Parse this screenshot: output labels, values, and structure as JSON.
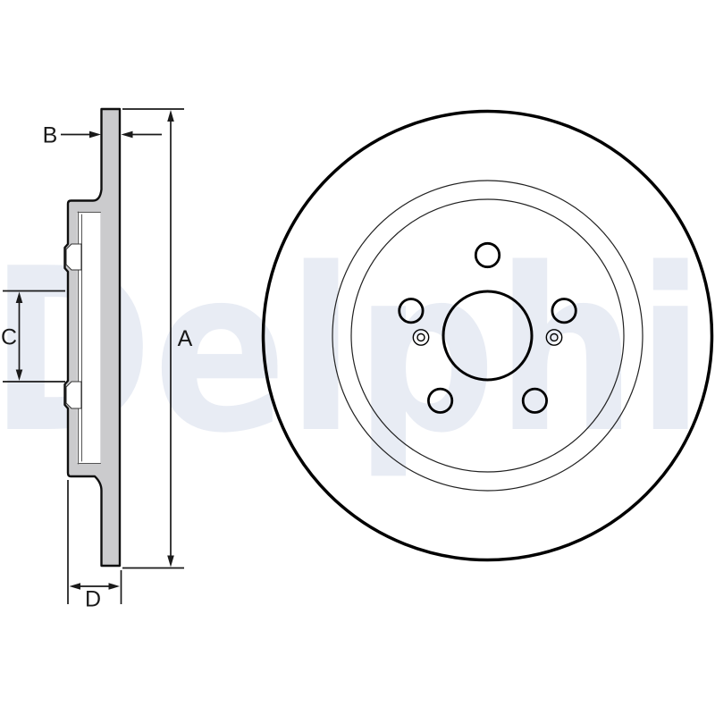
{
  "diagram": {
    "watermark": "Delphi",
    "dimension_labels": {
      "a": "A",
      "b": "B",
      "c": "C",
      "d": "D"
    },
    "colors": {
      "background": "#ffffff",
      "line": "#000000",
      "dimension_line": "#1a1a1a",
      "section_fill": "#cbcbcd",
      "watermark": "#e8ecf4"
    }
  }
}
